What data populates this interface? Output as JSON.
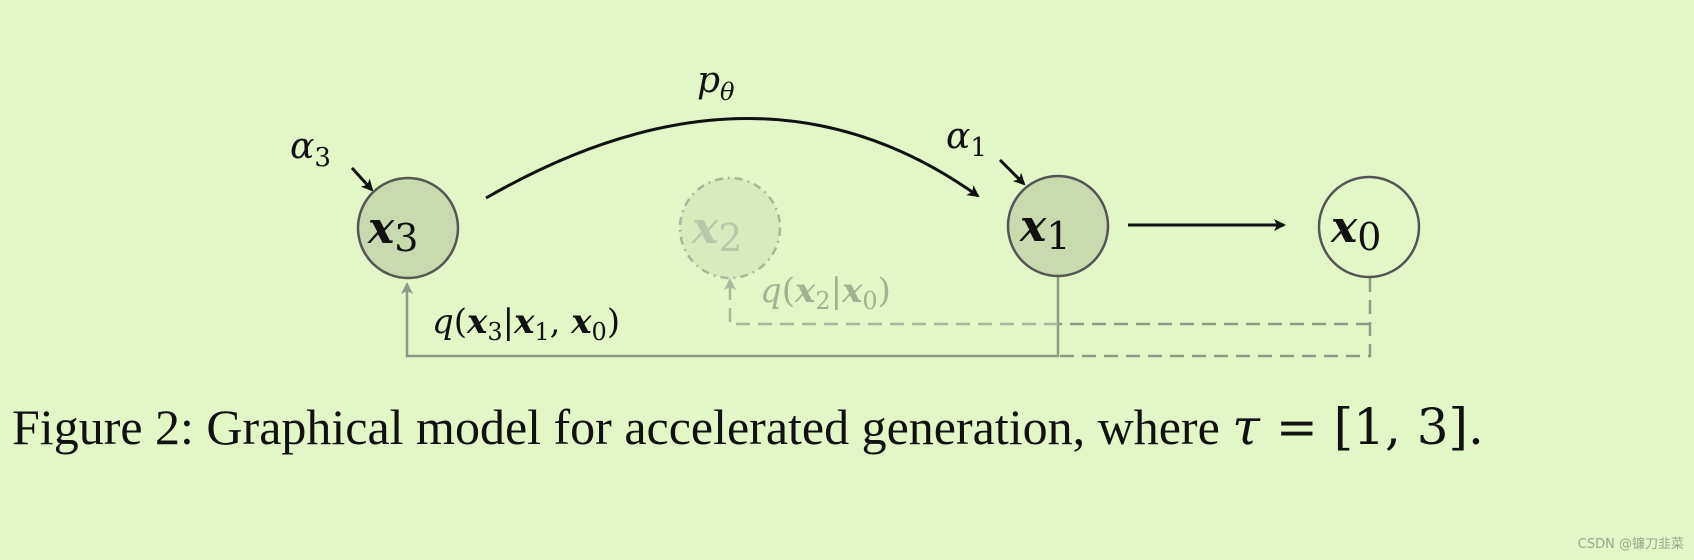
{
  "colors": {
    "background": "#e2f6c6",
    "observed_fill": "#c9dbae",
    "node_stroke": "#555555",
    "skipped_stroke": "#a9b79a",
    "skipped_fill": "#d8ebbd",
    "skipped_text": "#b9c8a8",
    "gray_line": "#8e9a84",
    "dashed_line": "#8e9a84",
    "black": "#111111",
    "watermark": "#9aa58a"
  },
  "nodes": {
    "x3": {
      "base": "x",
      "sub": "3"
    },
    "x2": {
      "base": "x",
      "sub": "2"
    },
    "x1": {
      "base": "x",
      "sub": "1"
    },
    "x0": {
      "base": "x",
      "sub": "0"
    }
  },
  "labels": {
    "p_theta": {
      "base": "p",
      "sub": "θ"
    },
    "alpha3": {
      "base": "α",
      "sub": "3"
    },
    "alpha1": {
      "base": "α",
      "sub": "1"
    },
    "q_x3": {
      "q": "q",
      "x": "x",
      "sub3": "3",
      "bar": "|",
      "sub1": "1",
      "comma": ", ",
      "sub0": "0"
    },
    "q_x2": {
      "q": "q",
      "x": "x",
      "sub2": "2",
      "bar": "|",
      "sub0": "0"
    }
  },
  "caption": {
    "prefix": "Figure 2: Graphical model for accelerated generation, where ",
    "tau": "τ",
    "equals": " = [1, 3]."
  },
  "watermark": "CSDN @镰刀韭菜"
}
